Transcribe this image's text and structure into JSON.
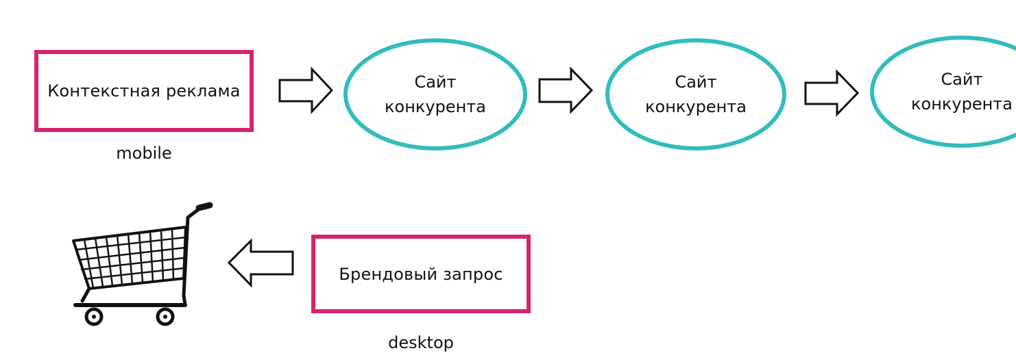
{
  "top_flow": {
    "source_box": {
      "label": "Контекстная реклама",
      "caption": "mobile"
    },
    "sites": [
      {
        "line1": "Сайт",
        "line2": "конкурента"
      },
      {
        "line1": "Сайт",
        "line2": "конкурента"
      },
      {
        "line1": "Сайт",
        "line2": "конкурента"
      }
    ]
  },
  "bottom_flow": {
    "query_box": {
      "label": "Брендовый запрос",
      "caption": "desktop"
    },
    "target_icon": "shopping-cart-icon"
  },
  "colors": {
    "box_border": "#d6246e",
    "ellipse_border": "#33bcbc",
    "arrow_stroke": "#111111"
  }
}
